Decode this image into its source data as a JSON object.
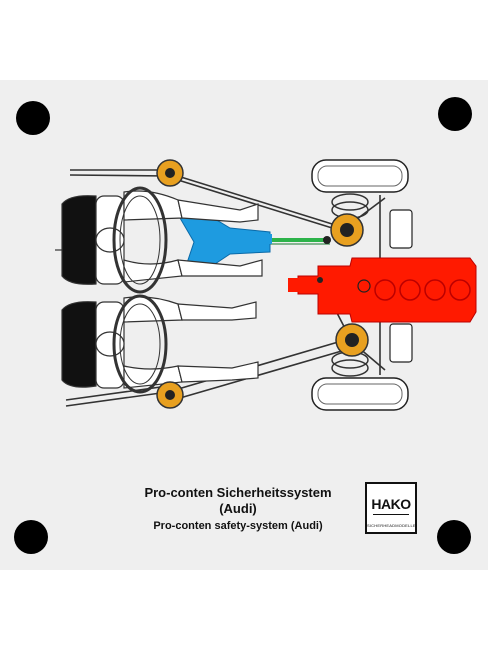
{
  "title_de_line1": "Pro-conten Sicherheitssystem",
  "title_de_line2": "(Audi)",
  "title_en": "Pro-conten safety-system (Audi)",
  "logo": {
    "text": "HAKO",
    "subtext": "SICHERHEADMODELLE"
  },
  "colors": {
    "board": "#efefef",
    "engine": "#ff1a00",
    "steering_column": "#1e9be0",
    "rod": "#2db34a",
    "pulley": "#e8a020",
    "hole": "#000000"
  }
}
